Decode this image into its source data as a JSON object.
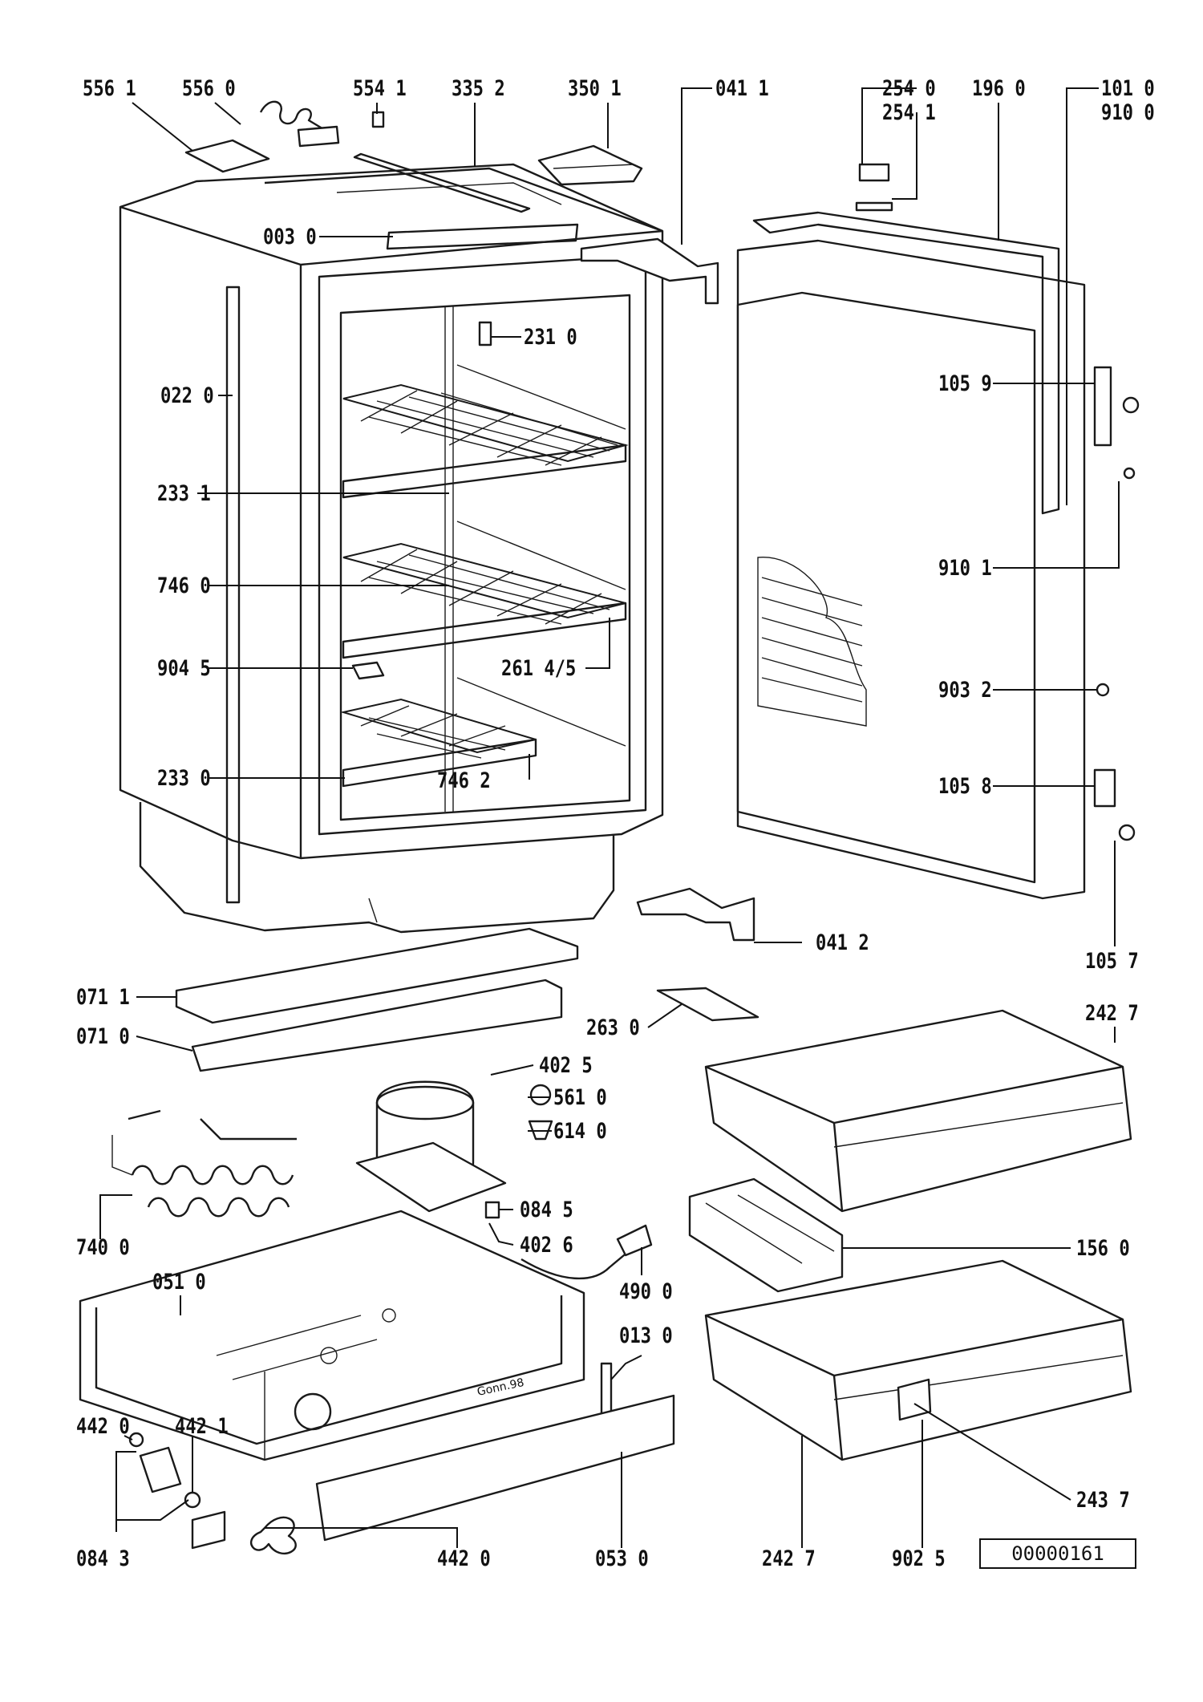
{
  "document_id": "00000161",
  "labels": [
    {
      "id": "l-5561",
      "text": "556 1"
    },
    {
      "id": "l-5560",
      "text": "556 0"
    },
    {
      "id": "l-5541",
      "text": "554 1"
    },
    {
      "id": "l-3352",
      "text": "335 2"
    },
    {
      "id": "l-3501",
      "text": "350 1"
    },
    {
      "id": "l-0411",
      "text": "041 1"
    },
    {
      "id": "l-2540",
      "text": "254 0"
    },
    {
      "id": "l-2541",
      "text": "254 1"
    },
    {
      "id": "l-1960",
      "text": "196 0"
    },
    {
      "id": "l-1010",
      "text": "101 0"
    },
    {
      "id": "l-9100",
      "text": "910 0"
    },
    {
      "id": "l-0030",
      "text": "003 0"
    },
    {
      "id": "l-2310",
      "text": "231 0"
    },
    {
      "id": "l-0220",
      "text": "022 0"
    },
    {
      "id": "l-1059",
      "text": "105 9"
    },
    {
      "id": "l-2331",
      "text": "233 1"
    },
    {
      "id": "l-7460",
      "text": "746 0"
    },
    {
      "id": "l-9101",
      "text": "910 1"
    },
    {
      "id": "l-9045",
      "text": "904 5"
    },
    {
      "id": "l-2614",
      "text": "261 4/5"
    },
    {
      "id": "l-9032",
      "text": "903 2"
    },
    {
      "id": "l-2330",
      "text": "233 0"
    },
    {
      "id": "l-7462",
      "text": "746 2"
    },
    {
      "id": "l-1058",
      "text": "105 8"
    },
    {
      "id": "l-0412",
      "text": "041 2"
    },
    {
      "id": "l-1057",
      "text": "105 7"
    },
    {
      "id": "l-0711",
      "text": "071 1"
    },
    {
      "id": "l-2630",
      "text": "263 0"
    },
    {
      "id": "l-2427a",
      "text": "242 7"
    },
    {
      "id": "l-0710",
      "text": "071 0"
    },
    {
      "id": "l-4025",
      "text": "402 5"
    },
    {
      "id": "l-5610",
      "text": "561 0"
    },
    {
      "id": "l-6140",
      "text": "614 0"
    },
    {
      "id": "l-7400",
      "text": "740 0"
    },
    {
      "id": "l-0845",
      "text": "084 5"
    },
    {
      "id": "l-4026",
      "text": "402 6"
    },
    {
      "id": "l-1560",
      "text": "156 0"
    },
    {
      "id": "l-0510",
      "text": "051 0"
    },
    {
      "id": "l-4900",
      "text": "490 0"
    },
    {
      "id": "l-0130",
      "text": "013 0"
    },
    {
      "id": "l-4420a",
      "text": "442 0"
    },
    {
      "id": "l-4421",
      "text": "442 1"
    },
    {
      "id": "l-2437",
      "text": "243 7"
    },
    {
      "id": "l-0843",
      "text": "084 3"
    },
    {
      "id": "l-4420b",
      "text": "442 0"
    },
    {
      "id": "l-0530",
      "text": "053 0"
    },
    {
      "id": "l-2427b",
      "text": "242 7"
    },
    {
      "id": "l-9025",
      "text": "902 5"
    }
  ],
  "stamp_text": "Gonn.98"
}
